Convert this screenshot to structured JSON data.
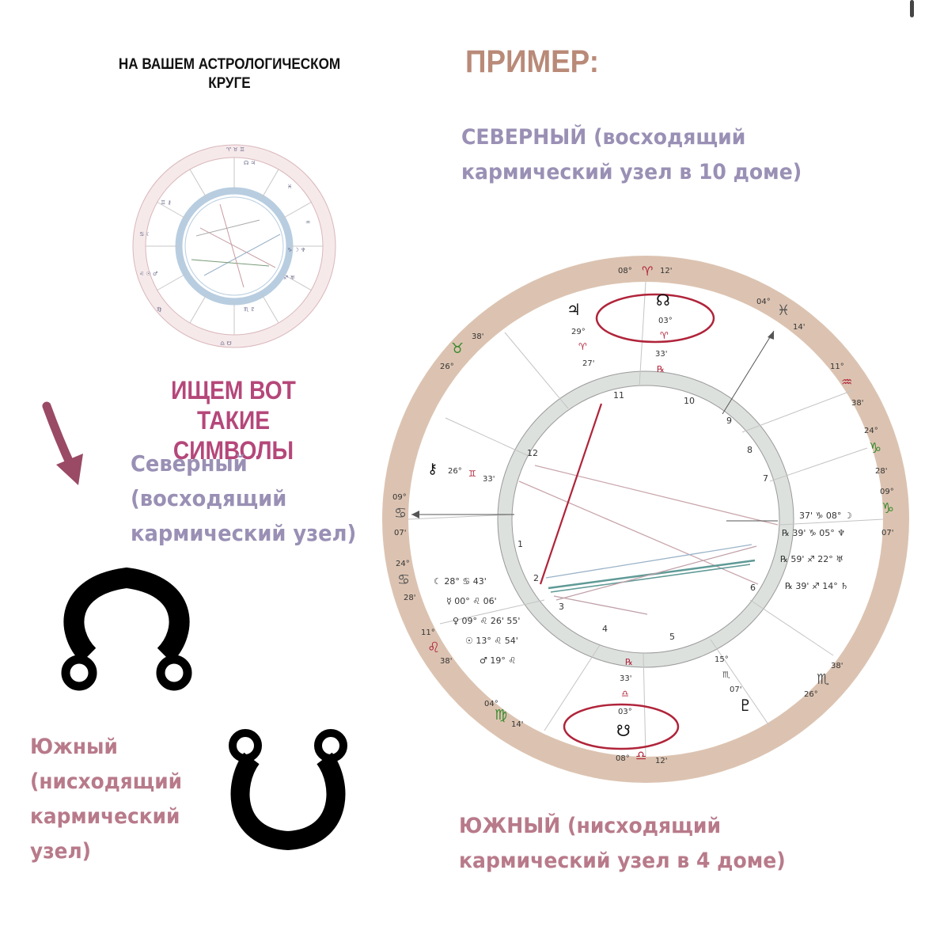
{
  "header_left": {
    "line1": "НА ВАШЕМ АСТРОЛОГИЧЕСКОМ",
    "line2": "КРУГЕ"
  },
  "example_title": "ПРИМЕР:",
  "north_caption": {
    "line1": "СЕВЕРНЫЙ (восходящий",
    "line2": "кармический узел в 10 доме)"
  },
  "look_for": {
    "line1": "ИЩЕМ ВОТ ТАКИЕ",
    "line2": "СИМВОЛЫ"
  },
  "north_symbol_label": {
    "line1": "Северный",
    "line2": "(восходящий",
    "line3": "кармический узел)"
  },
  "south_symbol_label": {
    "line1": "Южный",
    "line2": "(нисходящий",
    "line3": "кармический",
    "line4": "узел)"
  },
  "south_caption": {
    "line1": "ЮЖНЫЙ (нисходящий",
    "line2": "кармический узел в 4 доме)"
  },
  "colors": {
    "accent_pink": "#b5477a",
    "lavender": "#9a90b5",
    "tan": "#b98a78",
    "wheel_ring": "#dcc3b1",
    "highlight": "#b0243a"
  },
  "chart": {
    "cusp_labels": [
      {
        "deg": "08°",
        "sign": "♈",
        "min": "12'"
      },
      {
        "deg": "04°",
        "sign": "♓",
        "min": "14'"
      },
      {
        "deg": "11°",
        "sign": "♒",
        "min": "38'"
      },
      {
        "deg": "24°",
        "sign": "♑",
        "min": "28'"
      },
      {
        "deg": "09°",
        "sign": "♑",
        "min": "07'"
      },
      {
        "deg": "26°",
        "sign": "♏",
        "min": "38'"
      },
      {
        "deg": "04°",
        "sign": "♍",
        "min": "14'"
      },
      {
        "deg": "08°",
        "sign": "♎",
        "min": "12'"
      },
      {
        "deg": "11°",
        "sign": "♌",
        "min": "38'"
      },
      {
        "deg": "24°",
        "sign": "♋",
        "min": "28'"
      },
      {
        "deg": "09°",
        "sign": "♋",
        "min": "07'"
      },
      {
        "deg": "26°",
        "sign": "♉",
        "min": "38'"
      }
    ],
    "houses": [
      "1",
      "2",
      "3",
      "4",
      "5",
      "6",
      "7",
      "8",
      "9",
      "10",
      "11",
      "12"
    ],
    "north_node": {
      "glyph": "☊",
      "deg": "03°",
      "sign": "♈",
      "min": "33'",
      "retro": "℞"
    },
    "south_node": {
      "glyph": "☋",
      "deg": "03°",
      "sign": "♎",
      "min": "33'",
      "retro": "℞"
    },
    "jupiter": {
      "glyph": "♃",
      "deg": "29°",
      "sign": "♈",
      "min": "27'"
    },
    "chiron": {
      "glyph": "⚷",
      "deg": "26°",
      "sign": "♊",
      "min": "33'"
    },
    "pluto": {
      "glyph": "♇",
      "deg": "15°",
      "sign": "♏",
      "min": "07'"
    },
    "right_cluster": [
      {
        "text": "37' ♑ 08° ☽"
      },
      {
        "text": "℞ 39' ♑ 05° ♆"
      },
      {
        "text": "℞ 59' ♐ 22° ♅"
      },
      {
        "text": "℞ 39' ♐ 14° ♄"
      }
    ],
    "left_cluster": [
      {
        "text": "☾ 28° ♋ 43'"
      },
      {
        "text": "☿ 00° ♌ 06'"
      },
      {
        "text": "♀ 09° ♌ 26' 55'"
      },
      {
        "text": "☉ 13° ♌ 54'"
      },
      {
        "text": "♂ 19° ♌"
      }
    ]
  }
}
